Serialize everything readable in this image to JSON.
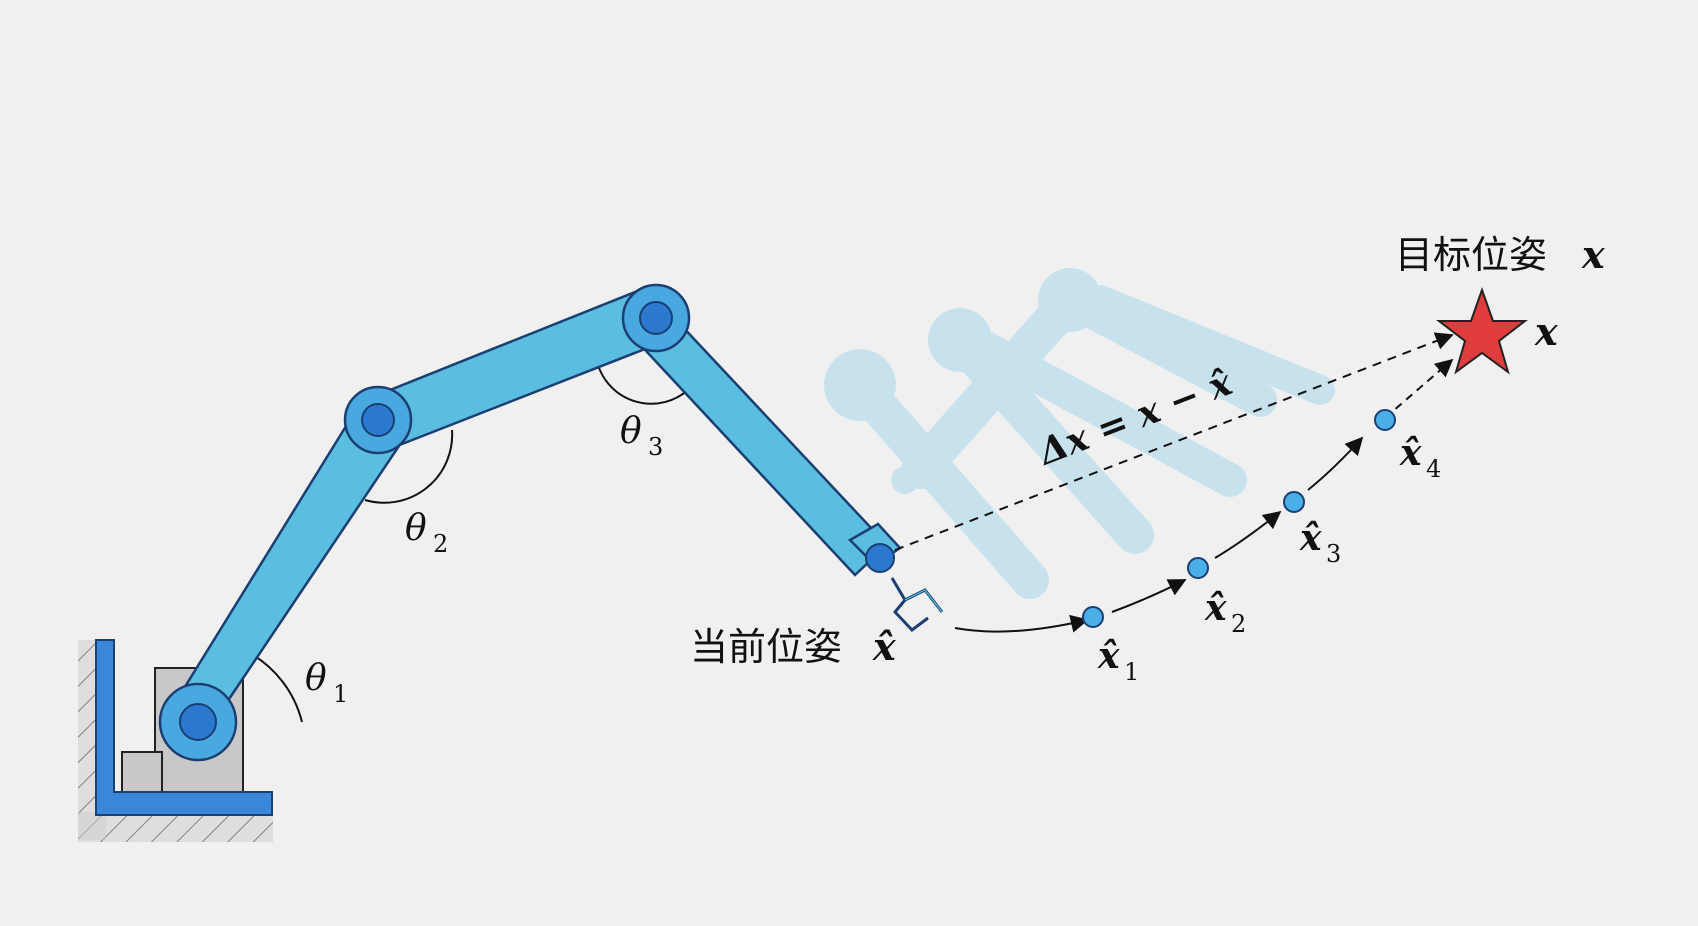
{
  "labels": {
    "target_pose_text": "目标位姿",
    "target_pose_symbol": "x",
    "target_star_symbol": "x",
    "current_pose_text": "当前位姿",
    "current_pose_symbol": "x̂",
    "delta_equation": "Δx = x − x̂",
    "angle_1": "θ",
    "angle_1_sub": "1",
    "angle_2": "θ",
    "angle_2_sub": "2",
    "angle_3": "θ",
    "angle_3_sub": "3",
    "waypoints": [
      {
        "symbol": "x̂",
        "sub": "1"
      },
      {
        "symbol": "x̂",
        "sub": "2"
      },
      {
        "symbol": "x̂",
        "sub": "3"
      },
      {
        "symbol": "x̂",
        "sub": "4"
      }
    ]
  },
  "colors": {
    "background": "#f0f0f0",
    "link": "#5bbde0",
    "joint_outer": "#4aa8e0",
    "joint_inner": "#2a78d0",
    "base_frame": "#3a86d8",
    "base_block": "#c8c8c8",
    "ghost": "#a8d8ec",
    "waypoint": "#4aaee8",
    "star": "#e03c3c",
    "ink": "#111111"
  },
  "icons": [
    "robot-arm",
    "gripper-icon",
    "target-star-icon"
  ]
}
